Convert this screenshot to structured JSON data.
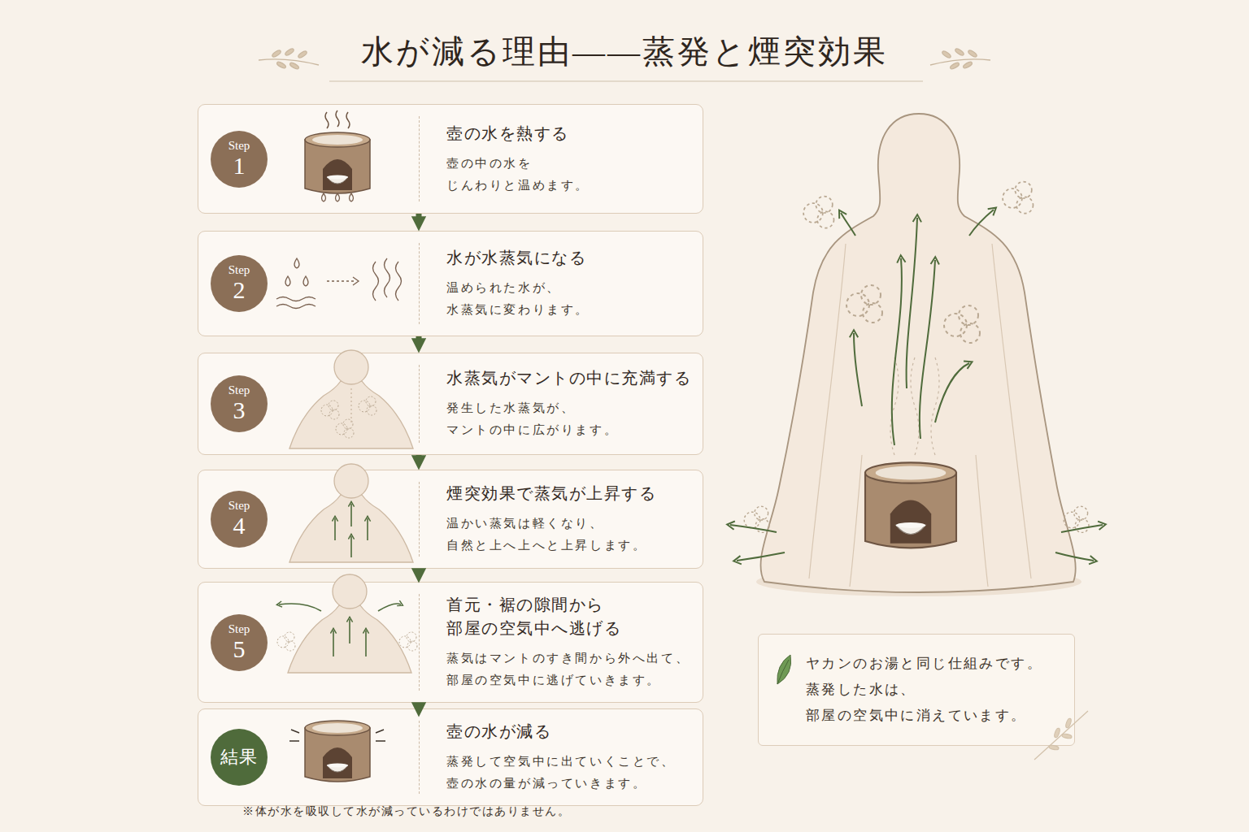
{
  "diagram": {
    "title": "水が減る理由――蒸発と煙突効果",
    "nodes": [
      {
        "text": [
          "壺の水を熱する",
          "壺の中の水を じんわりと温めます。"
        ]
      },
      {
        "text": [
          "Step",
          "1"
        ],
        "in": 0
      },
      {
        "text": [
          "水が水蒸気になる",
          "温められた水が、 水蒸気に変わります。"
        ]
      },
      {
        "text": [
          "Step",
          "2"
        ],
        "in": 2
      },
      {
        "text": [
          "水蒸気がマントの中に充満する",
          "発生した水蒸気が、 マントの中に広がります。"
        ]
      },
      {
        "text": [
          "Step",
          "3"
        ],
        "in": 4
      },
      {
        "text": [
          "煙突効果で蒸気が上昇する",
          "温かい蒸気は軽くなり、 自然と上へ上へと上昇します。"
        ]
      },
      {
        "text": [
          "Step",
          "4"
        ],
        "in": 6
      },
      {
        "text": [
          "首元・裾の隙間から 部屋の空気中へ逃げる",
          "蒸気はマントのすき間から外へ出て、 部屋の空気中に逃げていきます。"
        ]
      },
      {
        "text": [
          "Step",
          "5"
        ],
        "in": 8
      },
      {
        "text": [
          "壺の水が減る",
          "蒸発して空気中に出ていくことで、 壺の水の量が減っていきます。"
        ]
      },
      {
        "text": [
          "結果"
        ],
        "in": 10
      },
      {
        "text": [
          "ヤカンのお湯と同じ仕組みです。 蒸発した水は、 部屋の空気中に消えています。"
        ]
      }
    ],
    "edges": [
      {
        "from": 0,
        "to": 2,
        "arrow": "to"
      },
      {
        "from": 2,
        "to": 4,
        "arrow": "to"
      },
      {
        "from": 4,
        "to": 6,
        "arrow": "to"
      },
      {
        "from": 6,
        "to": 8,
        "arrow": "to"
      },
      {
        "from": 8,
        "to": 10,
        "arrow": "to"
      }
    ],
    "labels": [
      "※体が水を吸収して水が減っているわけではありません。"
    ]
  }
}
